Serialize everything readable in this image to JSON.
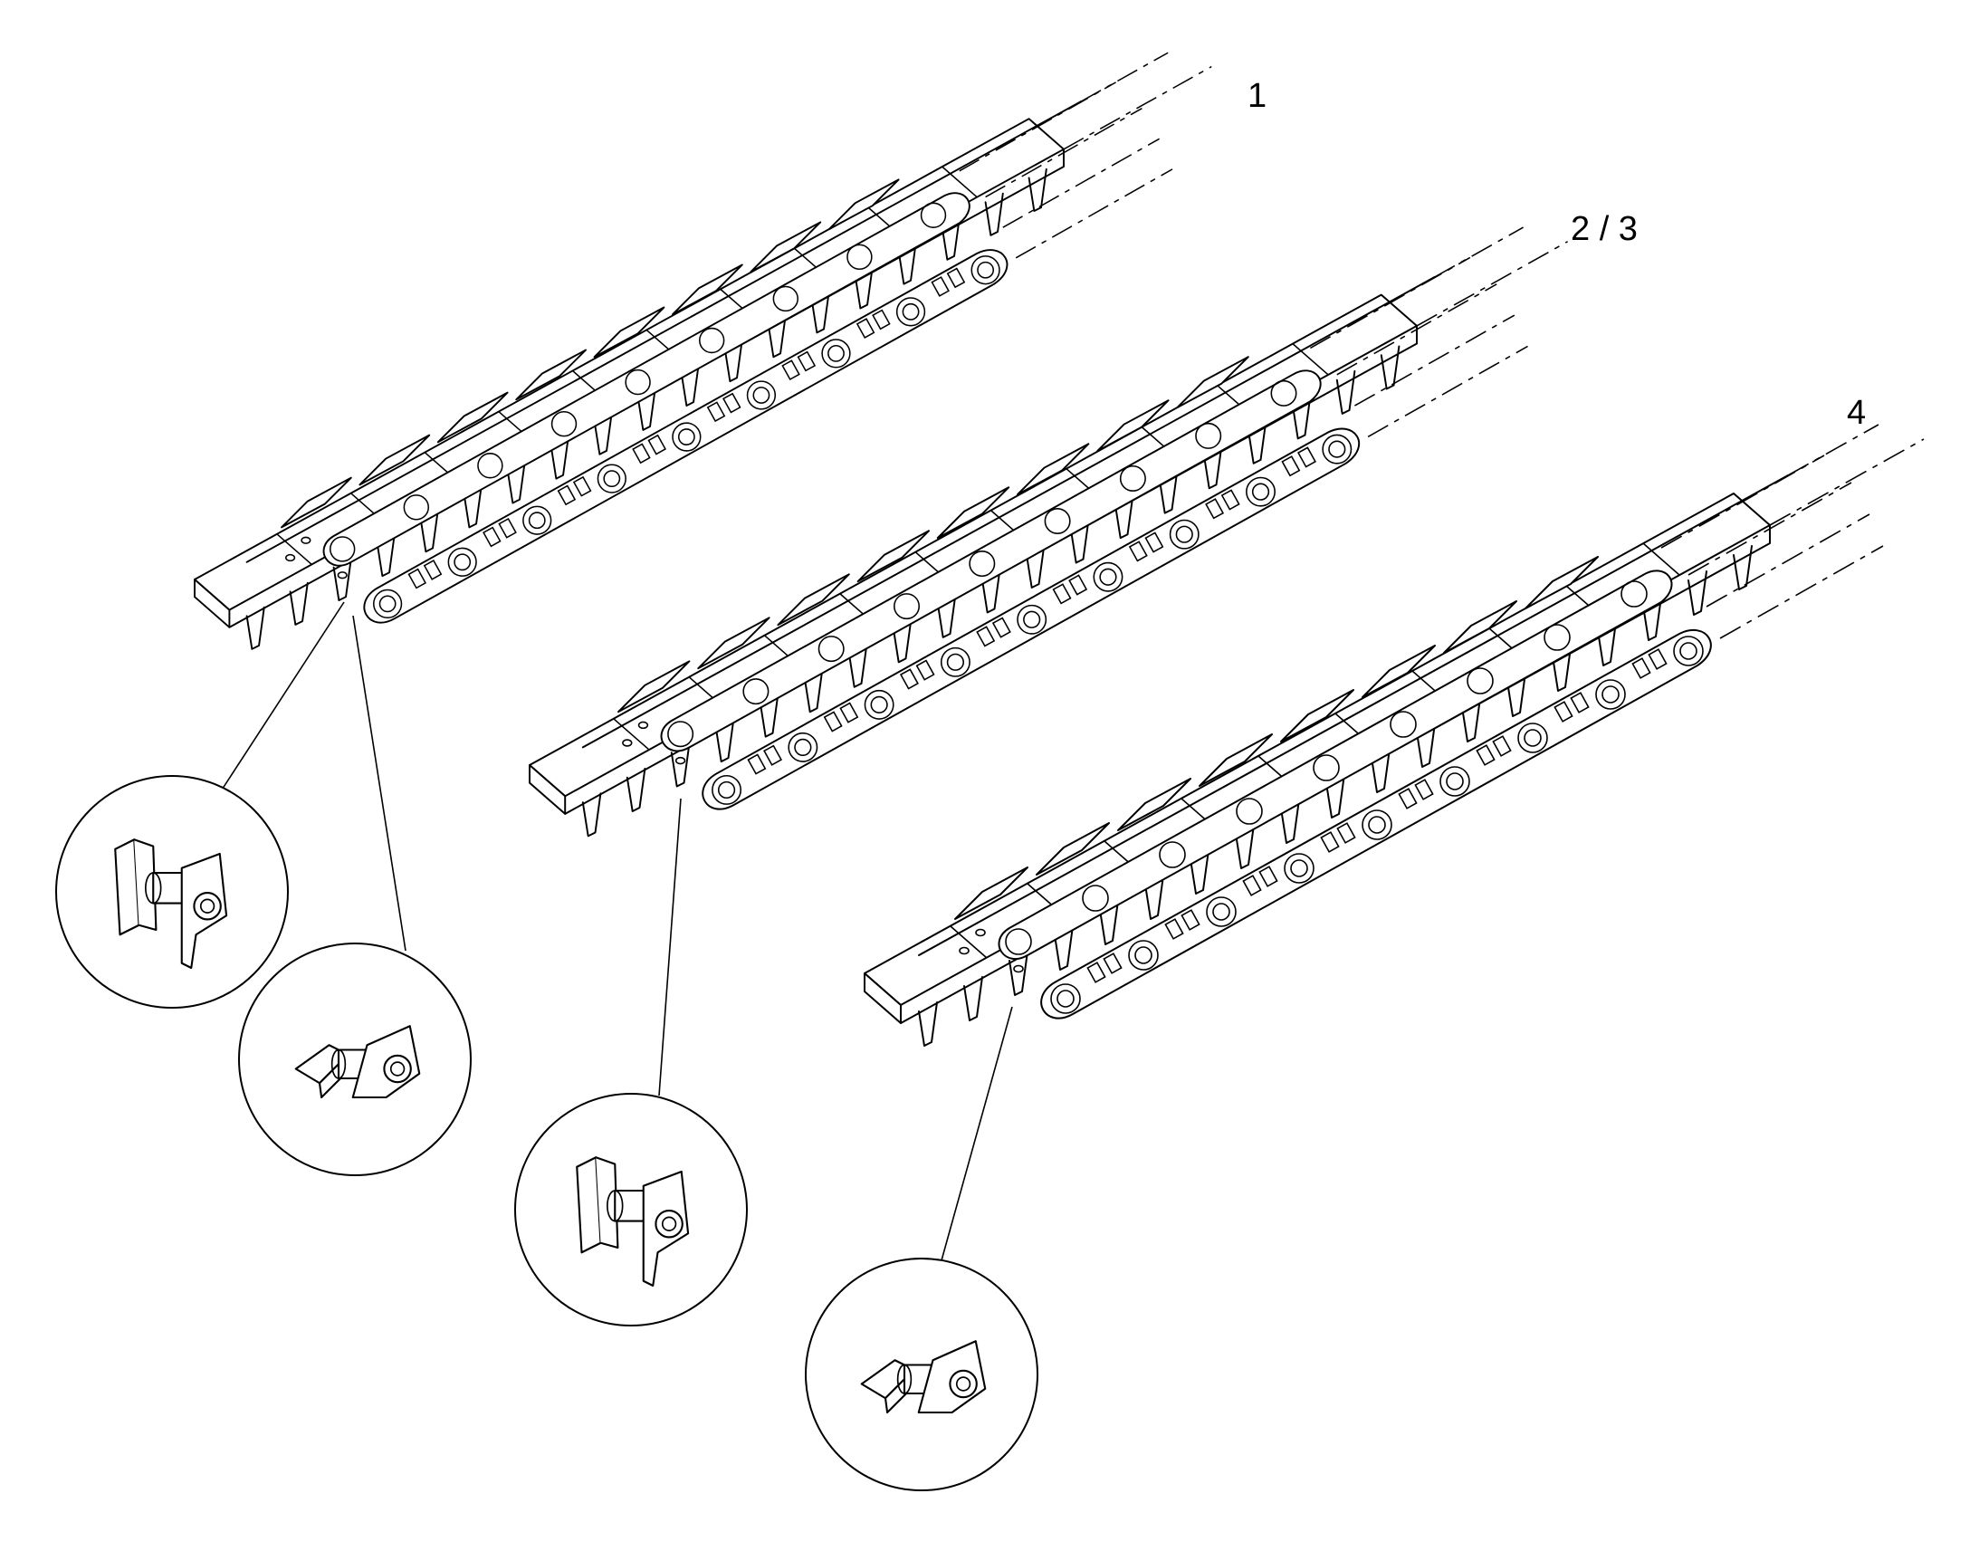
{
  "callouts": [
    {
      "id": "1",
      "label": "1"
    },
    {
      "id": "2-3",
      "label": "2 / 3"
    },
    {
      "id": "4",
      "label": "4"
    }
  ],
  "colors": {
    "line": "#000000",
    "background": "#ffffff"
  }
}
